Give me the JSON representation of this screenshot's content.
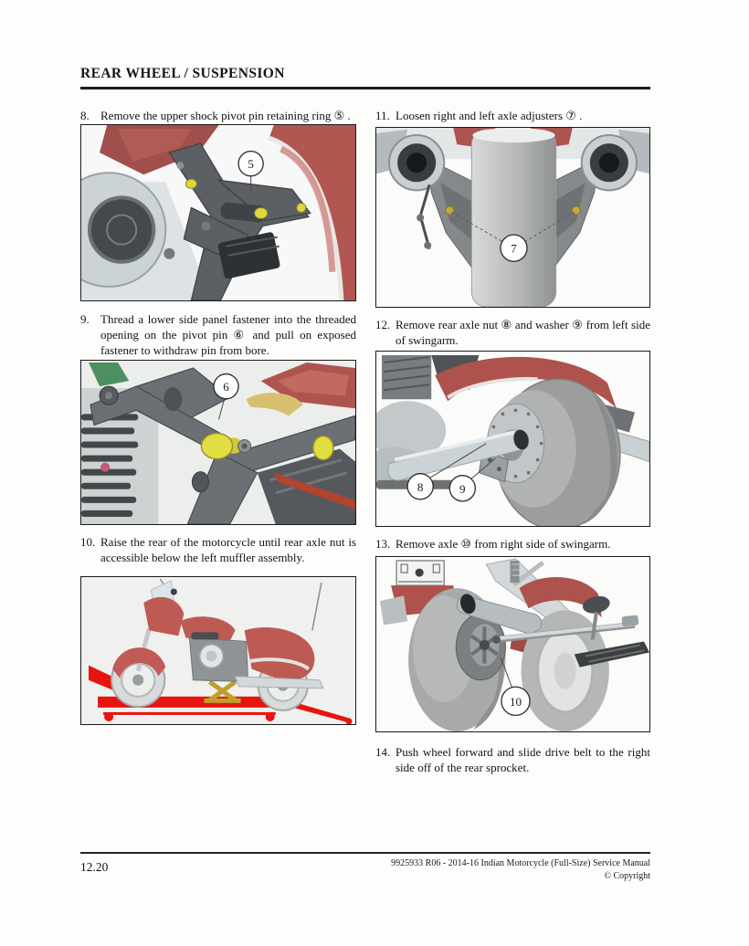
{
  "header": {
    "title": "REAR WHEEL / SUSPENSION"
  },
  "steps": {
    "s8": {
      "num": "8.",
      "text": "Remove the upper shock pivot pin retaining ring ⑤ ."
    },
    "s9": {
      "num": "9.",
      "text": "Thread a lower side panel fastener into the threaded opening on the pivot pin ⑥ and pull on exposed fastener to withdraw pin from bore."
    },
    "s10": {
      "num": "10.",
      "text": "Raise the rear of the motorcycle until rear axle nut is accessible below the left muffler assembly."
    },
    "s11": {
      "num": "11.",
      "text": "Loosen right and left axle adjusters ⑦ ."
    },
    "s12": {
      "num": "12.",
      "text": "Remove rear axle nut ⑧ and washer ⑨ from left side of swingarm."
    },
    "s13": {
      "num": "13.",
      "text": "Remove axle ⑩ from right side of swingarm."
    },
    "s14": {
      "num": "14.",
      "text": "Push wheel forward and slide drive belt to the right side off of the rear sprocket."
    }
  },
  "figures": {
    "fig1": {
      "callout": "5"
    },
    "fig2": {
      "callout": "6"
    },
    "fig4": {
      "callout": "7"
    },
    "fig5": {
      "callout_a": "8",
      "callout_b": "9"
    },
    "fig6": {
      "callout": "10"
    }
  },
  "colors": {
    "fender_red": "#ad524c",
    "lift_red": "#e81410",
    "pin_yellow": "#e2de42",
    "jack_gold": "#bfa028"
  },
  "footer": {
    "page_number": "12.20",
    "manual_line1": "9925933 R06 - 2014-16 Indian Motorcycle (Full-Size) Service Manual",
    "manual_line2": "© Copyright"
  }
}
